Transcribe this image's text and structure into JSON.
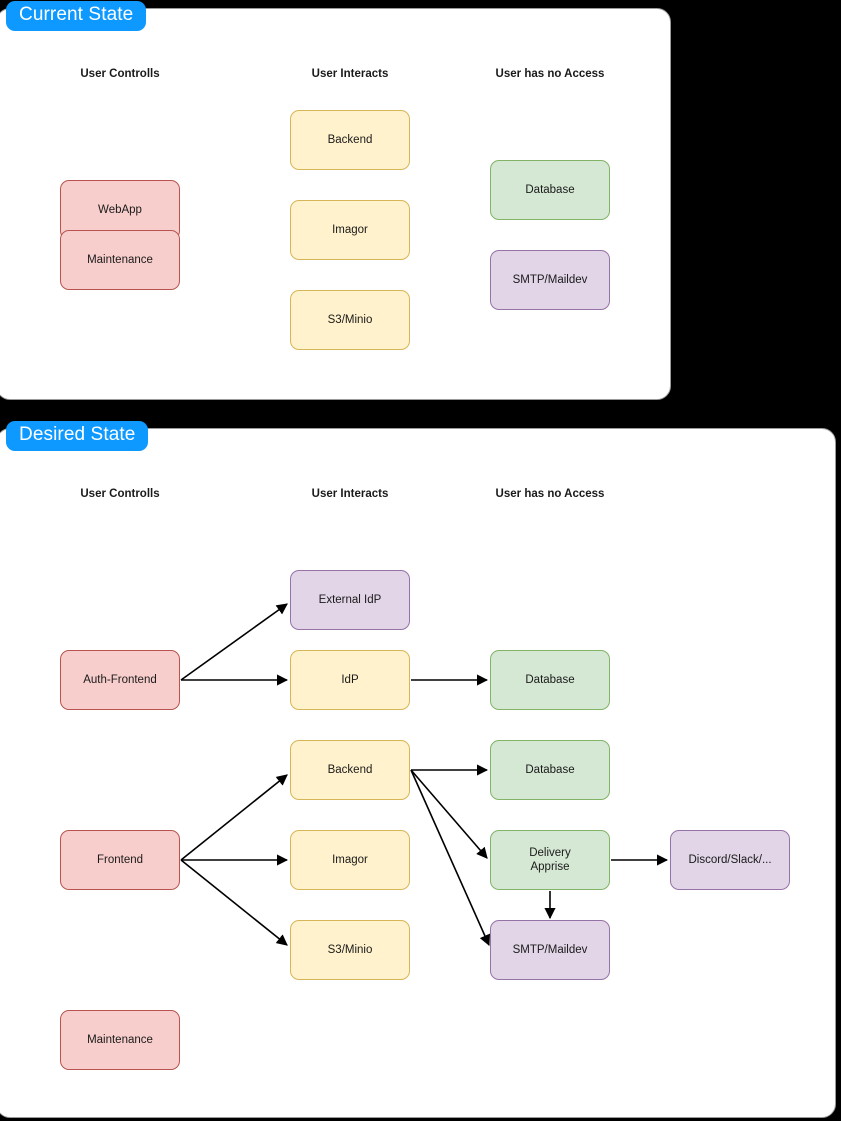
{
  "diagram": {
    "title": "Current State / Desired State architecture",
    "colors": {
      "tab_blue": "#0d99ff",
      "red_fill": "#f8cecc",
      "red_stroke": "#b85450",
      "yellow_fill": "#fff2cc",
      "yellow_stroke": "#d6b656",
      "green_fill": "#d5e8d4",
      "green_stroke": "#82b366",
      "purple_fill": "#e1d5e7",
      "purple_stroke": "#9673a6",
      "panel_bg": "#ffffff",
      "panel_border": "#9a9a9a",
      "page_bg": "#000000",
      "edge": "#000000"
    }
  },
  "panels": [
    {
      "id": "current",
      "tab_label": "Current State",
      "columns": [
        {
          "label": "User Controlls"
        },
        {
          "label": "User Interacts"
        },
        {
          "label": "User has no Access"
        }
      ],
      "nodes": [
        {
          "id": "cur-webapp",
          "label": "WebApp",
          "color": "red"
        },
        {
          "id": "cur-maintenance",
          "label": "Maintenance",
          "color": "red"
        },
        {
          "id": "cur-backend",
          "label": "Backend",
          "color": "yellow"
        },
        {
          "id": "cur-imagor",
          "label": "Imagor",
          "color": "yellow"
        },
        {
          "id": "cur-s3minio",
          "label": "S3/Minio",
          "color": "yellow"
        },
        {
          "id": "cur-database",
          "label": "Database",
          "color": "green"
        },
        {
          "id": "cur-smtp",
          "label": "SMTP/Maildev",
          "color": "purple"
        }
      ],
      "edges": []
    },
    {
      "id": "desired",
      "tab_label": "Desired State",
      "columns": [
        {
          "label": "User Controlls"
        },
        {
          "label": "User Interacts"
        },
        {
          "label": "User has no Access"
        }
      ],
      "nodes": [
        {
          "id": "des-auth-frontend",
          "label": "Auth-Frontend",
          "color": "red"
        },
        {
          "id": "des-frontend",
          "label": "Frontend",
          "color": "red"
        },
        {
          "id": "des-maintenance",
          "label": "Maintenance",
          "color": "red"
        },
        {
          "id": "des-external-idp",
          "label": "External IdP",
          "color": "purple"
        },
        {
          "id": "des-idp",
          "label": "IdP",
          "color": "yellow"
        },
        {
          "id": "des-backend",
          "label": "Backend",
          "color": "yellow"
        },
        {
          "id": "des-imagor",
          "label": "Imagor",
          "color": "yellow"
        },
        {
          "id": "des-s3minio",
          "label": "S3/Minio",
          "color": "yellow"
        },
        {
          "id": "des-database-idp",
          "label": "Database",
          "color": "green"
        },
        {
          "id": "des-database-be",
          "label": "Database",
          "color": "green"
        },
        {
          "id": "des-delivery",
          "label": "Delivery\nApprise",
          "color": "green"
        },
        {
          "id": "des-smtp",
          "label": "SMTP/Maildev",
          "color": "purple"
        },
        {
          "id": "des-discord",
          "label": "Discord/Slack/...",
          "color": "purple"
        }
      ],
      "edges": [
        {
          "from": "des-auth-frontend",
          "to": "des-external-idp"
        },
        {
          "from": "des-auth-frontend",
          "to": "des-idp"
        },
        {
          "from": "des-idp",
          "to": "des-database-idp"
        },
        {
          "from": "des-frontend",
          "to": "des-backend"
        },
        {
          "from": "des-frontend",
          "to": "des-imagor"
        },
        {
          "from": "des-frontend",
          "to": "des-s3minio"
        },
        {
          "from": "des-backend",
          "to": "des-database-be"
        },
        {
          "from": "des-backend",
          "to": "des-delivery"
        },
        {
          "from": "des-backend",
          "to": "des-smtp"
        },
        {
          "from": "des-delivery",
          "to": "des-discord"
        },
        {
          "from": "des-delivery",
          "to": "des-smtp"
        }
      ]
    }
  ]
}
